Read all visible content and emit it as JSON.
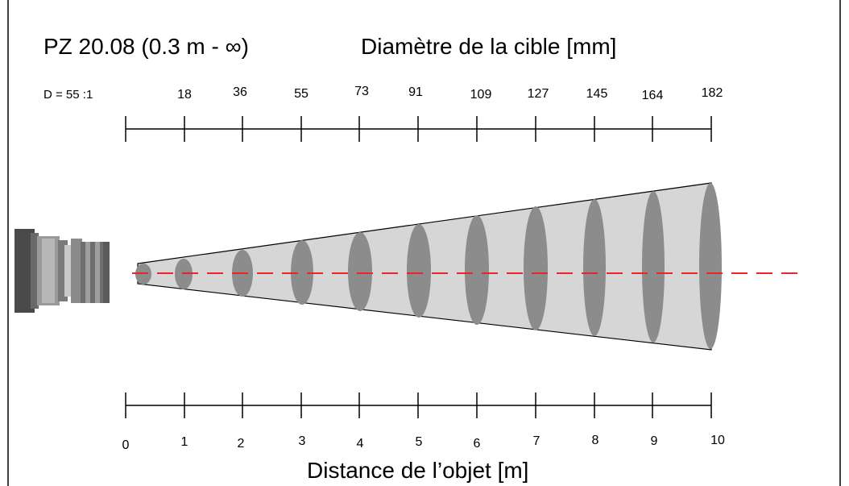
{
  "header": {
    "model": "PZ 20.08 (0.3 m - ∞)",
    "diameter_title": "Diamètre de la cible [mm]",
    "ratio": "D = 55 :1"
  },
  "footer": {
    "distance_title": "Distance de l’objet  [m]"
  },
  "diameter_scale": {
    "labels": [
      "18",
      "36",
      "55",
      "73",
      "91",
      "109",
      "127",
      "145",
      "164",
      "182"
    ]
  },
  "distance_scale": {
    "labels": [
      "0",
      "1",
      "2",
      "3",
      "4",
      "5",
      "6",
      "7",
      "8",
      "9",
      "10"
    ]
  },
  "colors": {
    "cone_fill": "#d6d6d6",
    "spot_fill": "#8c8c8c",
    "axis_line": "#e8262a",
    "scale_line": "#000000"
  }
}
